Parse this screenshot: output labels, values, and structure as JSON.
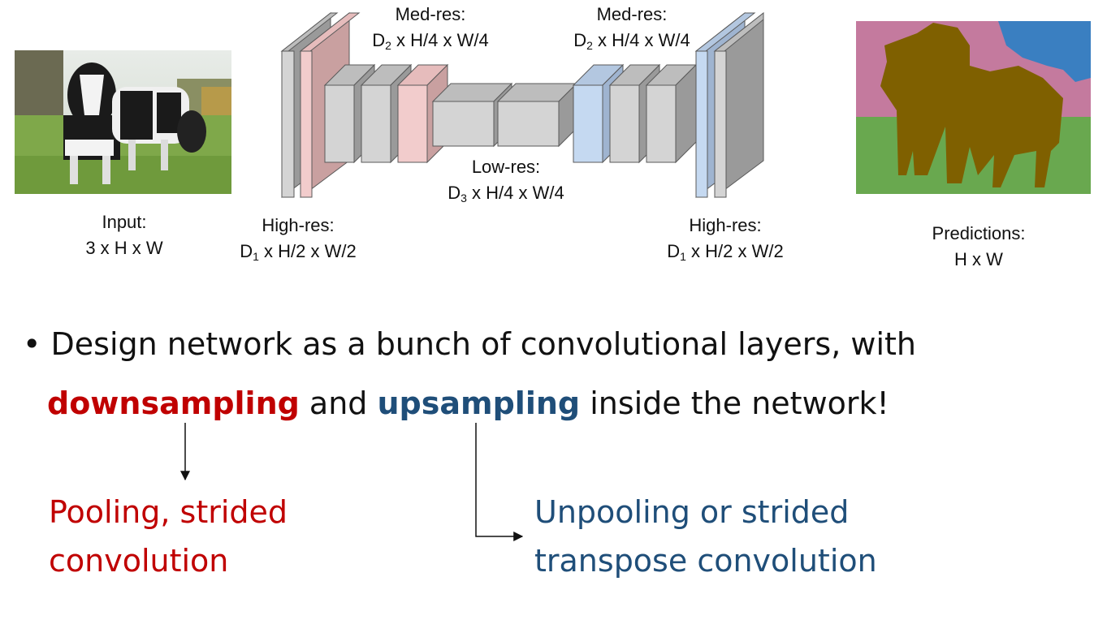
{
  "diagram": {
    "input_label": "Input:",
    "input_dims": "3 x H x W",
    "high_res_left": {
      "title": "High-res:",
      "d": "D",
      "sub": "1",
      "rest": " x H/2 x W/2"
    },
    "med_res_left": {
      "title": "Med-res:",
      "d": "D",
      "sub": "2",
      "rest": " x H/4 x W/4"
    },
    "low_res": {
      "title": "Low-res:",
      "d": "D",
      "sub": "3",
      "rest": " x H/4 x W/4"
    },
    "med_res_right": {
      "title": "Med-res:",
      "d": "D",
      "sub": "2",
      "rest": " x H/4 x W/4"
    },
    "high_res_right": {
      "title": "High-res:",
      "d": "D",
      "sub": "1",
      "rest": " x H/2 x W/2"
    },
    "pred_label": "Predictions:",
    "pred_dims": "H x W",
    "colors": {
      "gray_front": "#d4d4d4",
      "gray_top": "#bdbdbd",
      "gray_side": "#9a9a9a",
      "pink_front": "#f2cccc",
      "pink_side": "#c9a0a0",
      "blue_front": "#c5d9f1",
      "blue_side": "#9fb4d0",
      "seg_pink": "#c47a9e",
      "seg_blue": "#3a7fc1",
      "seg_green": "#69a84f",
      "seg_cow": "#7f6000"
    }
  },
  "bullet": {
    "marker": "•",
    "line1": "Design network as a bunch of convolutional layers, with",
    "down_word": "downsampling",
    "and_word": " and ",
    "up_word": "upsampling",
    "line2_rest": " inside the network!"
  },
  "notes": {
    "down_line1": "Pooling, strided",
    "down_line2": "convolution",
    "up_line1": "Unpooling or strided",
    "up_line2": "transpose convolution",
    "down_color": "#c00000",
    "up_color": "#1f4e79"
  }
}
